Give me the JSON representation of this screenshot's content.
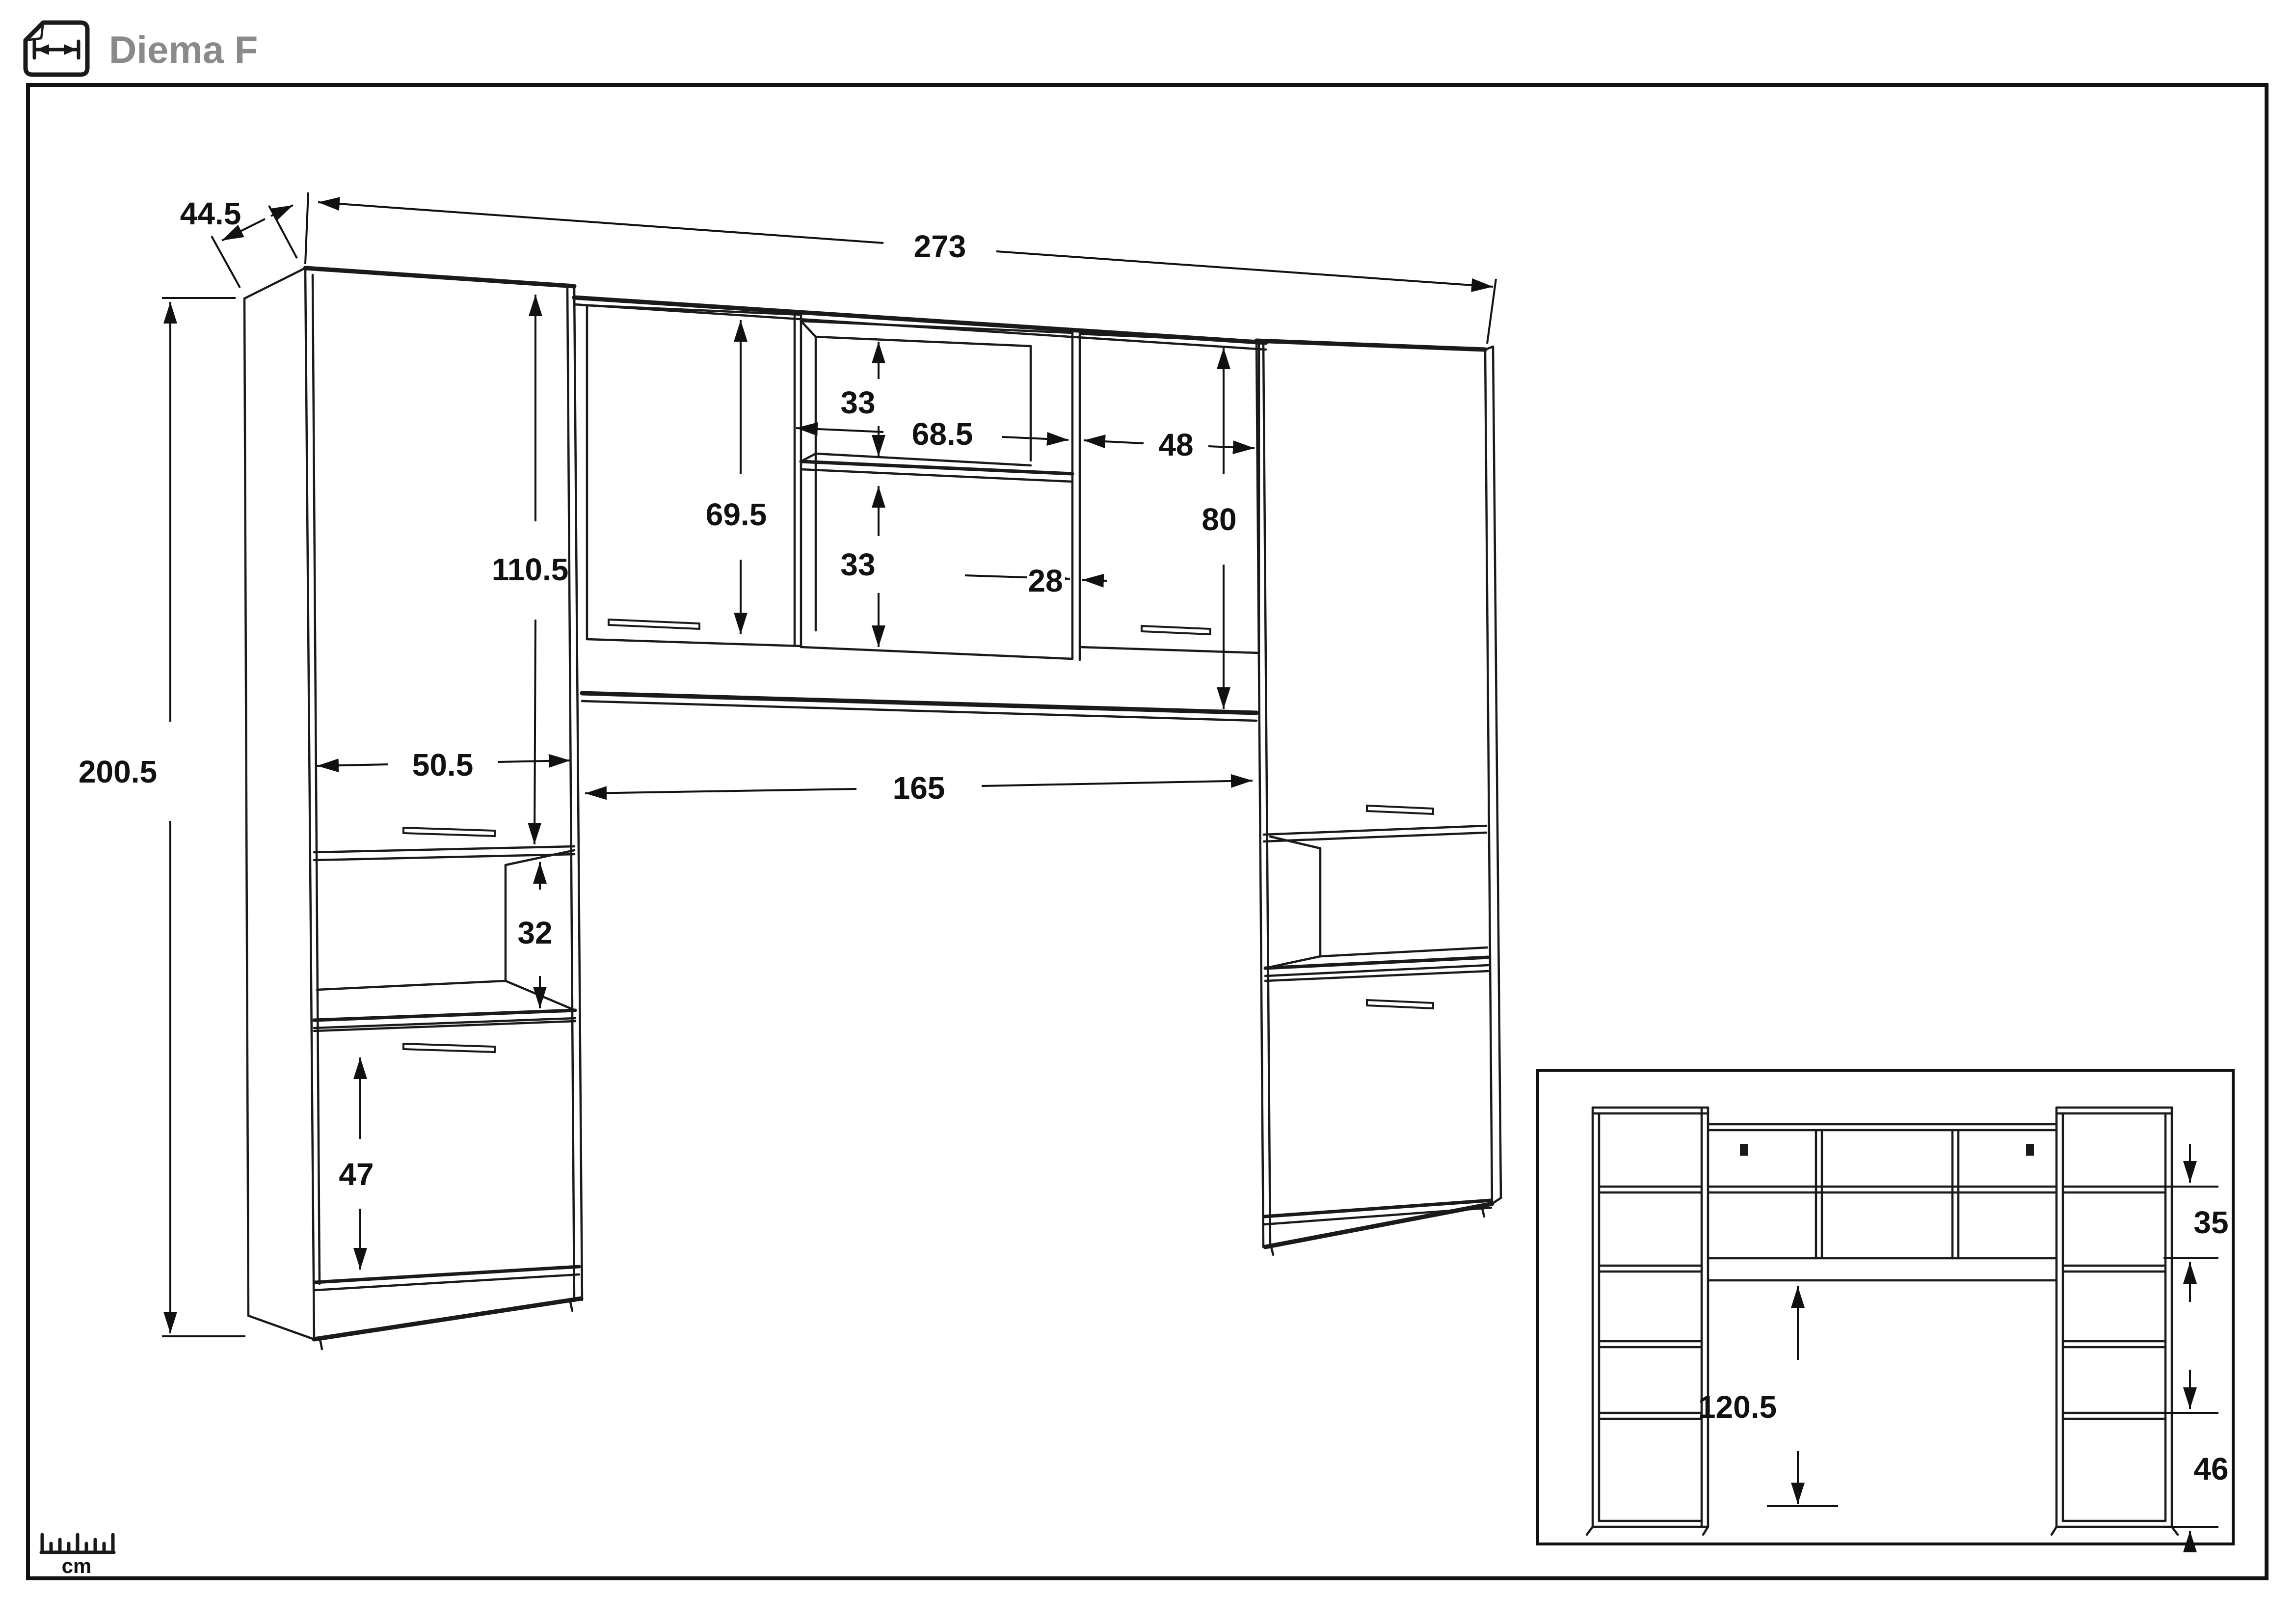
{
  "header": {
    "title": "Diema F",
    "icon": "dimension-page-icon"
  },
  "scale_note": {
    "unit": "cm",
    "icon": "ruler-icon"
  },
  "colors": {
    "line": "#1a1a1a",
    "title": "#8a8a8a",
    "background": "#ffffff"
  },
  "dims": {
    "overall_width": "273",
    "depth": "44.5",
    "total_height": "200.5",
    "upper_door_height": "110.5",
    "interior_width": "50.5",
    "niche_height": "32",
    "lower_door_height": "47",
    "top_interior_height": "69.5",
    "top_gap_upper": "33",
    "top_gap_lower": "33",
    "top_opening_width": "68.5",
    "divider_width": "28",
    "top_right_door_width": "48",
    "top_unit_height": "80",
    "opening_width": "165",
    "inset_shelf_gap": "35",
    "inset_opening_height": "120.5",
    "inset_lower_height": "46"
  }
}
